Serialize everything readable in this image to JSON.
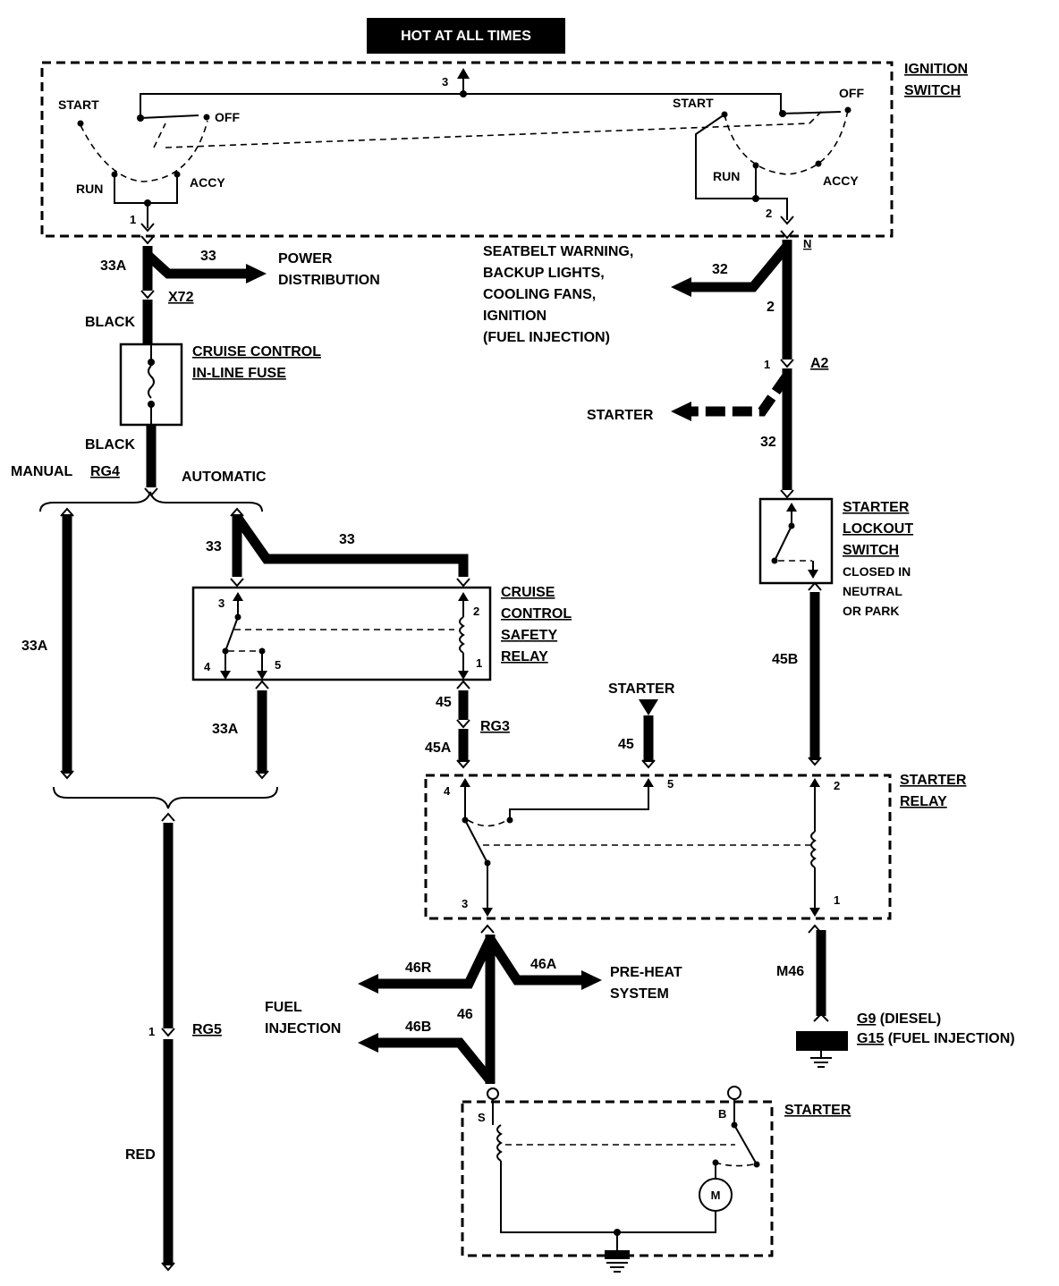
{
  "header": {
    "hot_label": "HOT AT ALL TIMES"
  },
  "ignition_switch": {
    "title_line1": "IGNITION",
    "title_line2": "SWITCH",
    "left_positions": {
      "start": "START",
      "off": "OFF",
      "run": "RUN",
      "accy": "ACCY"
    },
    "right_positions": {
      "start": "START",
      "off": "OFF",
      "run": "RUN",
      "accy": "ACCY"
    },
    "pin_top": "3",
    "pin_left": "1",
    "pin_right": "2"
  },
  "left_branch": {
    "wire_33A_top": "33A",
    "wire_33": "33",
    "power_distribution_line1": "POWER",
    "power_distribution_line2": "DISTRIBUTION",
    "connector_x72": "X72",
    "black_top": "BLACK",
    "fuse_line1": "CRUISE CONTROL",
    "fuse_line2": "IN-LINE FUSE",
    "black_bottom": "BLACK",
    "manual": "MANUAL",
    "connector_rg4": "RG4",
    "automatic": "AUTOMATIC",
    "wire_33A_mid": "33A",
    "wire_33_a": "33",
    "wire_33_b": "33",
    "wire_33A_low": "33A",
    "connector_rg5_pin": "1",
    "connector_rg5": "RG5",
    "red": "RED"
  },
  "cruise_relay": {
    "title_line1": "CRUISE",
    "title_line2": "CONTROL",
    "title_line3": "SAFETY",
    "title_line4": "RELAY",
    "pin3": "3",
    "pin4": "4",
    "pin5": "5",
    "pin2": "2",
    "pin1": "1"
  },
  "right_branch": {
    "connector_n": "N",
    "seatbelt_line1": "SEATBELT WARNING,",
    "seatbelt_line2": "BACKUP LIGHTS,",
    "seatbelt_line3": "COOLING FANS,",
    "seatbelt_line4": "IGNITION",
    "seatbelt_line5": "(FUEL INJECTION)",
    "wire_32_a": "32",
    "wire_2": "2",
    "pin_1_a2": "1",
    "connector_a2": "A2",
    "starter_arrow": "STARTER",
    "wire_32_b": "32",
    "lockout_line1": "STARTER",
    "lockout_line2": "LOCKOUT",
    "lockout_line3": "SWITCH",
    "lockout_note1": "CLOSED IN",
    "lockout_note2": "NEUTRAL",
    "lockout_note3": "OR PARK",
    "wire_45B": "45B"
  },
  "middle": {
    "wire_45": "45",
    "connector_rg3": "RG3",
    "wire_45A": "45A",
    "starter_label": "STARTER",
    "wire_45_b": "45"
  },
  "starter_relay": {
    "title_line1": "STARTER",
    "title_line2": "RELAY",
    "pin4": "4",
    "pin5": "5",
    "pin2": "2",
    "pin3": "3",
    "pin1": "1"
  },
  "bottom": {
    "wire_46R": "46R",
    "wire_46A": "46A",
    "preheat_line1": "PRE-HEAT",
    "preheat_line2": "SYSTEM",
    "fuel_line1": "FUEL",
    "fuel_line2": "INJECTION",
    "wire_46B": "46B",
    "wire_46": "46",
    "wire_M46": "M46",
    "ground_g9": "G9",
    "ground_g9_note": " (DIESEL)",
    "ground_g15": "G15",
    "ground_g15_note": " (FUEL INJECTION)"
  },
  "starter": {
    "title": "STARTER",
    "terminal_s": "S",
    "terminal_b": "B",
    "motor": "M"
  }
}
